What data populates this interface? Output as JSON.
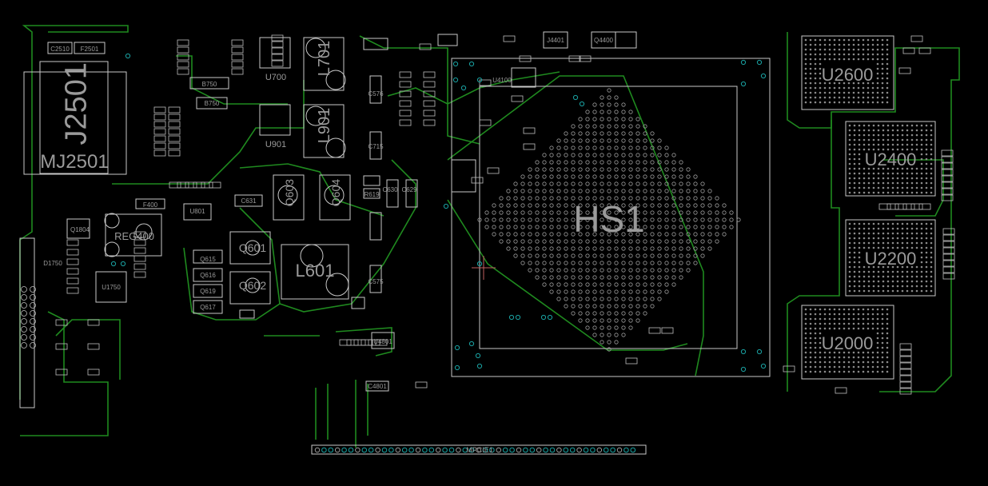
{
  "board": {
    "colors": {
      "background": "#000000",
      "outline": "#c8c8c8",
      "trace": "#1f8a1f",
      "via": "#1aa3a3",
      "label": "#9a9a9a"
    },
    "major_labels": {
      "hs1": "HS1",
      "u2600": "U2600",
      "u2400": "U2400",
      "u2200": "U2200",
      "u2000": "U2000",
      "l601": "L601",
      "mj2501": "MJ2501",
      "j2501": "J2501",
      "reg400": "REG400",
      "l701": "L701",
      "l901": "L901",
      "u700": "U700",
      "u901": "U901",
      "q601": "Q601",
      "q602": "Q602",
      "q603": "Q603",
      "q604": "Q604",
      "mpcie1": "MPCIE1"
    },
    "minor_labels": [
      "F2501",
      "C2510",
      "B750",
      "B750",
      "F400",
      "U801",
      "C631",
      "Q615",
      "Q616",
      "Q619",
      "Q617",
      "C576",
      "C575",
      "C715",
      "R619",
      "C629",
      "C630",
      "D1750",
      "U1750",
      "Q1804",
      "U4801",
      "C4801",
      "J4401",
      "Q4400",
      "U4100"
    ]
  }
}
